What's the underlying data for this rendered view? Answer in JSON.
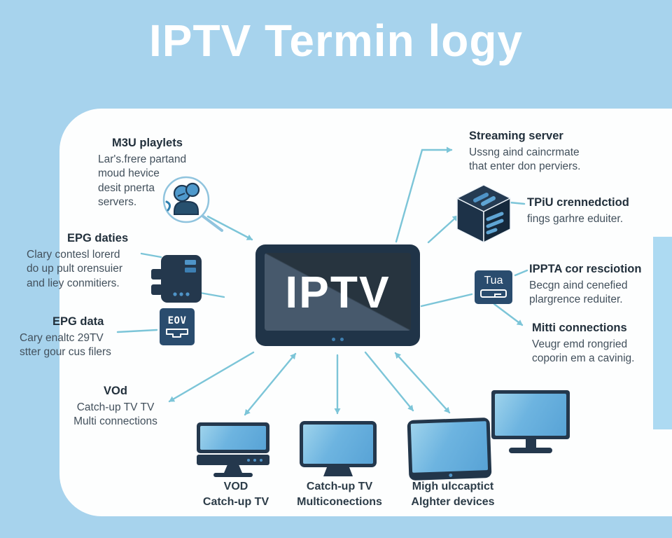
{
  "title": "IPTV Termin logy",
  "center_tv": {
    "label": "IPTV"
  },
  "nodes": {
    "m3u": {
      "heading": "M3U playlets",
      "lines": [
        "Lar's.frere partand",
        "moud hevice",
        "desit pnerta",
        "servers."
      ]
    },
    "streaming": {
      "heading": "Streaming server",
      "lines": [
        "Ussng aind caincrmate",
        "that enter don perviers."
      ]
    },
    "tpiu": {
      "heading": "TPiU crennedctiod",
      "lines": [
        "fings garhre eduiter."
      ]
    },
    "epg_daties": {
      "heading": "EPG daties",
      "lines": [
        "Clary contesl lorerd",
        "do up pult orensuier",
        "and liey conmitiers."
      ]
    },
    "epg_data": {
      "heading": "EPG data",
      "lines": [
        "Cary enaltc 29TV",
        "stter gour cus filers"
      ]
    },
    "ippta": {
      "heading": "IPPTA cor resciotion",
      "lines": [
        "Becgn aind cenefied",
        "plargrence reduiter."
      ]
    },
    "mitti": {
      "heading": "Mitti connections",
      "lines": [
        "Veugr emd rongried",
        "coporin em a cavinig."
      ]
    },
    "vod": {
      "heading": "VOd",
      "lines": [
        "Catch-up TV TV",
        "Multi connections"
      ]
    }
  },
  "device_boxes": {
    "eov_label": "EOV",
    "tua_label": "Tua"
  },
  "bottom_labels": [
    {
      "line1": "VOD",
      "line2": "Catch-up TV"
    },
    {
      "line1": "Catch-up TV",
      "line2": "Multiconections"
    },
    {
      "line1": "Migh ulccaptict",
      "line2": "Alghter devices"
    }
  ],
  "icon_names": [
    "magnifier-person-icon",
    "stb-device-icon",
    "eov-box-icon",
    "cube-icon",
    "tua-box-icon",
    "desktop-monitor-icon",
    "tv-device-icon",
    "tablet-icon",
    "large-monitor-icon"
  ],
  "colors": {
    "background": "#a7d3ed",
    "panel": "#fdfefe",
    "navy": "#24384d",
    "screen_blue": "#6db4e0",
    "arrow": "#7cc5d8",
    "heading_text": "#22303c",
    "body_text": "#42505c",
    "title_text": "#ffffff",
    "accent": "#4f94c8"
  }
}
